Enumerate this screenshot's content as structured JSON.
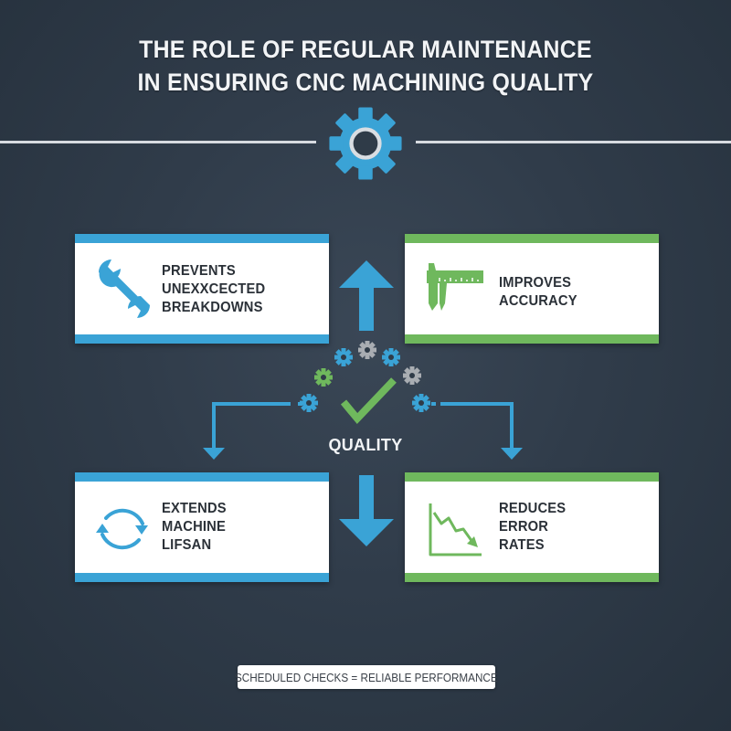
{
  "header": {
    "title_line1": "THE ROLE OF REGULAR MAINTENANCE",
    "title_line2": "IN ENSURING CNC MACHINING QUALITY",
    "main_icon": "gear-icon"
  },
  "colors": {
    "background": "#2e3a47",
    "blue_accent": "#3aa3d6",
    "green_accent": "#6fb85d",
    "gray_gear": "#a9adb2",
    "text_dark": "#2b3138",
    "text_light": "#f2f4f6"
  },
  "cards": [
    {
      "id": "prevents-breakdowns",
      "accent": "blue",
      "icon": "wrench-icon",
      "lines": [
        "PREVENTS",
        "UNEXXCECTED",
        "BREAKDOWNS"
      ]
    },
    {
      "id": "improves-accuracy",
      "accent": "green",
      "icon": "caliper-icon",
      "lines": [
        "IMPROVES",
        "ACCURACY"
      ]
    },
    {
      "id": "extends-lifespan",
      "accent": "blue",
      "icon": "cycle-arrows-icon",
      "lines": [
        "EXTENDS",
        "MACHINE",
        "LIFSAN"
      ]
    },
    {
      "id": "reduces-errors",
      "accent": "green",
      "icon": "declining-chart-icon",
      "lines": [
        "REDUCES",
        "ERROR",
        "RATES"
      ]
    }
  ],
  "center": {
    "label": "QUALITY",
    "icon": "checkmark-icon",
    "gear_arc": [
      "blue",
      "green",
      "blue",
      "gray",
      "blue",
      "gray",
      "blue"
    ]
  },
  "footer": {
    "tagline": "SCHEDULED CHECKS = RELIABLE PERFORMANCE"
  }
}
